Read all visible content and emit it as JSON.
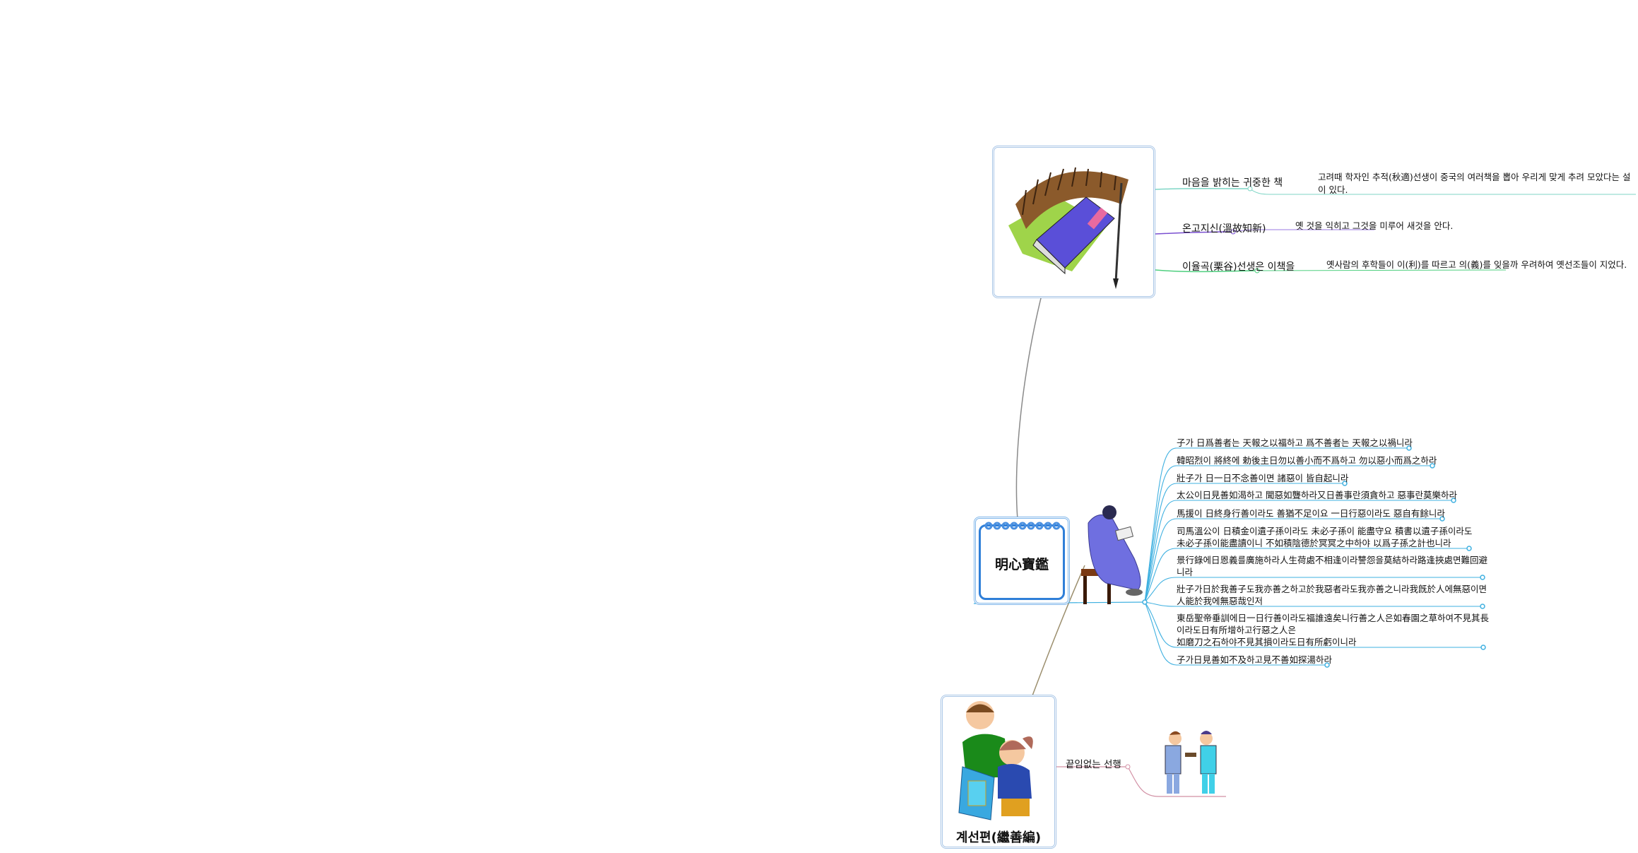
{
  "top_node": {
    "branches": [
      {
        "label": "마음을 밝히는 귀중한 책",
        "detail": "고려때 학자인 추적(秋適)선생이 중국의 여러책을 뽑아 우리게 맞게 추려 모았다는 설이 있다.",
        "color": "#7fd6c6"
      },
      {
        "label": "온고지신(溫故知新)",
        "detail": "옛 것을 익히고 그것을 미루어 새것을 안다.",
        "color": "#7a4fd0"
      },
      {
        "label": "이율곡(栗谷)선생은 이책을",
        "detail": "옛사람의 후학들이 이(利)를 따르고 의(義)를 잊을까 우려하여 옛선조들이 지었다.",
        "color": "#4fcf7f"
      }
    ]
  },
  "center_node": {
    "title": "明心寶鑑",
    "branch_color": "#3fb0e0",
    "items": [
      "子가 日爲善者는 天報之以福하고 爲不善者는 天報之以禍니라",
      "韓昭烈이 將終에 勅後主日勿以善小而不爲하고 勿以惡小而爲之하라",
      "壯子가 日一日不念善이면 諸惡이 皆自起니라",
      "太公이日見善如渴하고 聞惡如聾하라又日善事란須貪하고 惡事란莫樂하라",
      "馬援이 日終身行善이라도 善猶不足이요 一日行惡이라도 惡自有餘니라",
      "司馬溫公이 日積金이遺子孫이라도 未必子孫이 能盡守요 積書以遺子孫이라도\n未必子孫이能盡讀이니 不如積陰德於冥冥之中하야 以爲子孫之計也니라",
      "景行錄에日恩義를廣施하라人生荷處不相逢이라讐怨을莫結하라路逢挾處면難回避\n니라",
      "壯子가日於我善子도我亦善之하고於我惡者라도我亦善之니라我旣於人에無惡이면\n人能於我에無惡哉인저",
      "東岳聖帝垂訓에日一日行善이라도福誰遠矣니行善之人은如春園之草하여不見其長\n이라도日有所增하고行惡之人은\n如磨刀之石하야不見其損이라도日有所虧이니라",
      "子가日見善如不及하고見不善如探湯하라"
    ]
  },
  "bottom_node": {
    "title": "계선편(繼善編)",
    "branch_label": "끝임없는 선행",
    "branch_color": "#d290a4"
  },
  "connector_colors": {
    "top": "#8a8a8a",
    "bottom": "#9c8f6e"
  }
}
